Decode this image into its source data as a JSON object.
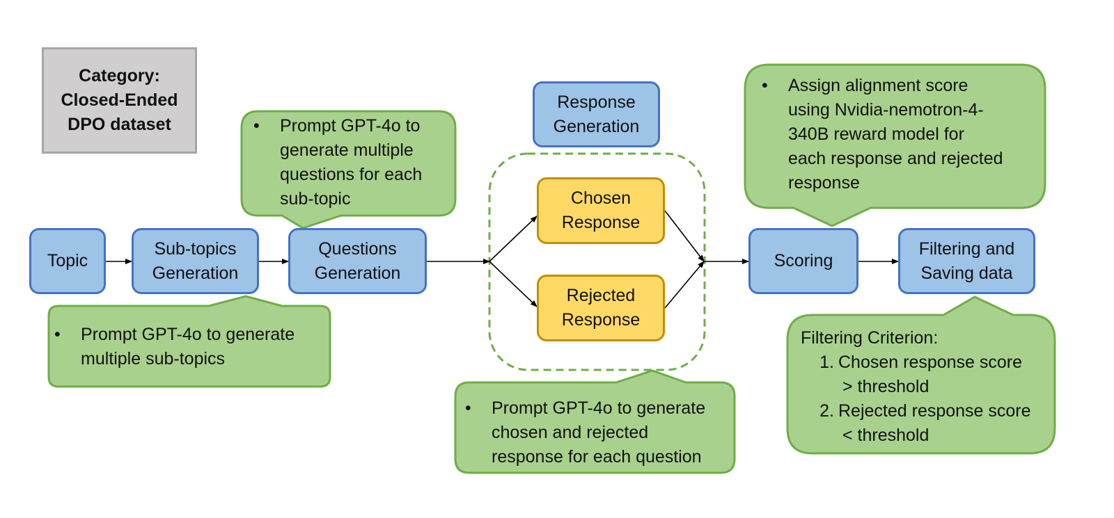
{
  "category": {
    "label": "Category:",
    "line1": "Closed-Ended",
    "line2": "DPO dataset"
  },
  "nodes": {
    "topic": "Topic",
    "subtopics": {
      "line1": "Sub-topics",
      "line2": "Generation"
    },
    "questions": {
      "line1": "Questions",
      "line2": "Generation"
    },
    "response_gen": {
      "line1": "Response",
      "line2": "Generation"
    },
    "chosen": {
      "line1": "Chosen",
      "line2": "Response"
    },
    "rejected": {
      "line1": "Rejected",
      "line2": "Response"
    },
    "scoring": "Scoring",
    "filtering": {
      "line1": "Filtering and",
      "line2": "Saving data"
    }
  },
  "callouts": {
    "subtopics": {
      "bullet": "•",
      "lines": [
        "Prompt GPT-4o to generate",
        "multiple sub-topics"
      ]
    },
    "questions": {
      "bullet": "•",
      "lines": [
        "Prompt GPT-4o to",
        "generate multiple",
        "questions for each",
        "sub-topic"
      ]
    },
    "responses": {
      "bullet": "•",
      "lines": [
        "Prompt GPT-4o to generate",
        "chosen and rejected",
        "response for each question"
      ]
    },
    "scoring": {
      "bullet": "•",
      "lines": [
        "Assign alignment score",
        "using Nvidia-nemotron-4-",
        "340B reward model for",
        "each response and rejected",
        "response"
      ]
    },
    "filtering": {
      "title": "Filtering Criterion:",
      "items": [
        {
          "num": "1.",
          "line1": "Chosen response score",
          "line2": ">  threshold"
        },
        {
          "num": "2.",
          "line1": "Rejected response score",
          "line2": "< threshold"
        }
      ]
    }
  },
  "colors": {
    "process_fill": "#9dc3e6",
    "process_border": "#4472c4",
    "response_fill": "#ffd966",
    "response_border": "#bf9000",
    "callout_fill": "#a9d18e",
    "callout_border": "#70ad47",
    "category_fill": "#d0cece",
    "category_border": "#a6a6a6",
    "arrow": "#000000"
  }
}
